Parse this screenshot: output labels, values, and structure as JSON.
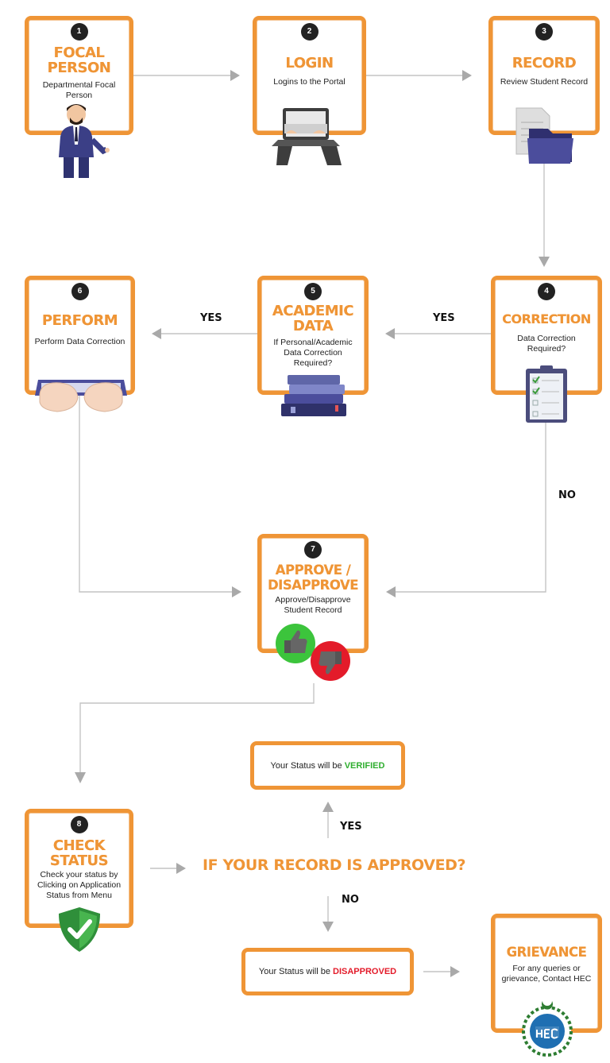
{
  "steps": [
    {
      "num": "1",
      "title": "FOCAL\nPERSON",
      "desc": "Departmental Focal Person",
      "icon": "focal-person-icon"
    },
    {
      "num": "2",
      "title": "LOGIN",
      "desc": "Logins to the Portal",
      "icon": "laptop-typing-icon"
    },
    {
      "num": "3",
      "title": "RECORD",
      "desc": "Review Student Record",
      "icon": "folder-document-icon"
    },
    {
      "num": "4",
      "title": "CORRECTION",
      "desc": "Data Correction Required?",
      "icon": "clipboard-checklist-icon"
    },
    {
      "num": "5",
      "title": "ACADEMIC\nDATA",
      "desc": "If Personal/Academic Data Correction Required?",
      "icon": "books-stack-icon"
    },
    {
      "num": "6",
      "title": "PERFORM",
      "desc": "Perform Data Correction",
      "icon": "hands-keyboard-icon"
    },
    {
      "num": "7",
      "title": "APPROVE /\nDISAPPROVE",
      "desc": "Approve/Disapprove Student Record",
      "icon": "thumbs-up-down-icon"
    },
    {
      "num": "8",
      "title": "CHECK\nSTATUS",
      "desc": "Check your status by Clicking on Application Status from Menu",
      "icon": "shield-check-icon"
    },
    {
      "title": "GRIEVANCE",
      "desc": "For any queries or grievance, Contact HEC",
      "icon": "hec-logo-icon"
    }
  ],
  "labels": {
    "yes": "YES",
    "no": "NO"
  },
  "question": "IF YOUR RECORD IS APPROVED?",
  "status_verified": {
    "prefix": "Your Status will be",
    "value": "VERIFIED"
  },
  "status_disapproved": {
    "prefix": "Your Status will be",
    "value": "DISAPPROVED"
  },
  "colors": {
    "accent": "#ef9536",
    "arrow": "#b7b7b7",
    "verified": "#2fae2f",
    "disapproved": "#e31b2a"
  }
}
